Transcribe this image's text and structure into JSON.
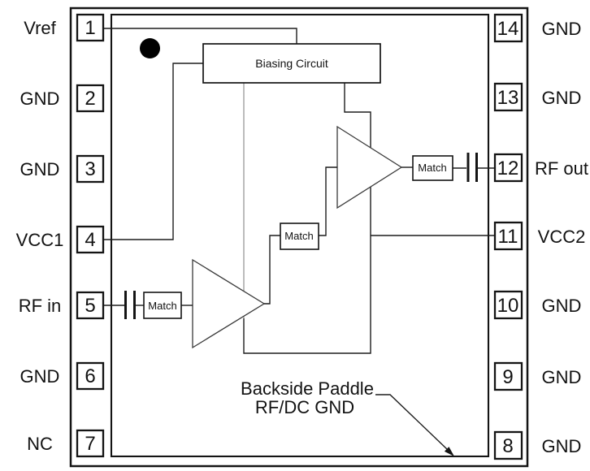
{
  "diagram": {
    "blocks": {
      "biasing": "Biasing Circuit",
      "input_match": "Match",
      "interstage_match": "Match",
      "output_match": "Match"
    },
    "annotation": {
      "line1": "Backside Paddle",
      "line2": "RF/DC GND"
    },
    "pins": {
      "left": [
        {
          "number": "1",
          "label": "Vref"
        },
        {
          "number": "2",
          "label": "GND"
        },
        {
          "number": "3",
          "label": "GND"
        },
        {
          "number": "4",
          "label": "VCC1"
        },
        {
          "number": "5",
          "label": "RF in"
        },
        {
          "number": "6",
          "label": "GND"
        },
        {
          "number": "7",
          "label": "NC"
        }
      ],
      "right": [
        {
          "number": "14",
          "label": "GND"
        },
        {
          "number": "13",
          "label": "GND"
        },
        {
          "number": "12",
          "label": "RF out"
        },
        {
          "number": "11",
          "label": "VCC2"
        },
        {
          "number": "10",
          "label": "GND"
        },
        {
          "number": "9",
          "label": "GND"
        },
        {
          "number": "8",
          "label": "GND"
        }
      ]
    },
    "colors": {
      "ink": "#1a1a1a",
      "background": "#ffffff"
    }
  }
}
